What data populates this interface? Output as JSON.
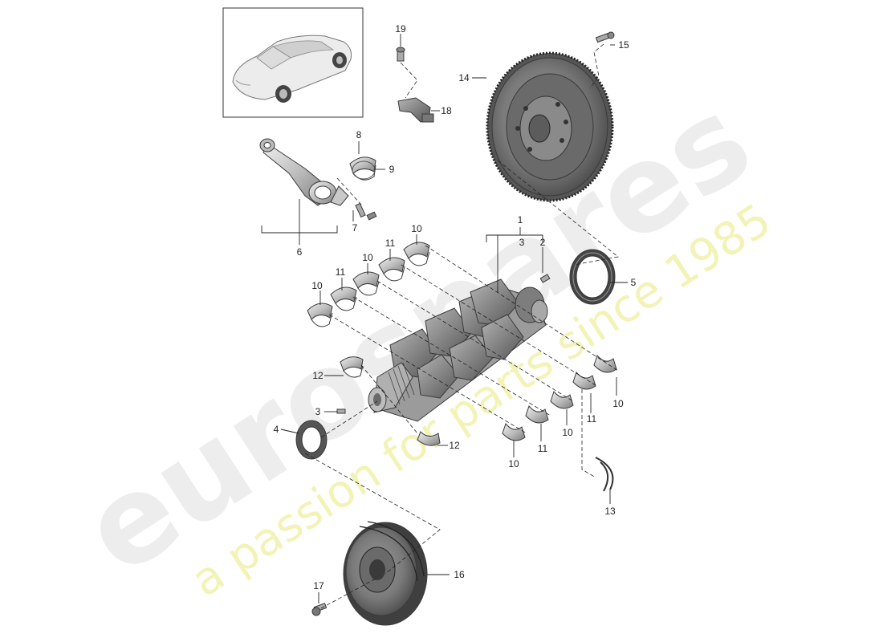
{
  "watermark": {
    "logo": "eurospares",
    "tagline": "a passion for parts since 1985"
  },
  "callouts": {
    "c1": "1",
    "c2": "2",
    "c3": "3",
    "c4": "4",
    "c5": "5",
    "c6": "6",
    "c7": "7",
    "c8": "8",
    "c9": "9",
    "c10a": "10",
    "c10b": "10",
    "c10c": "10",
    "c10d": "10",
    "c10e": "10",
    "c10f": "10",
    "c11a": "11",
    "c11b": "11",
    "c11c": "11",
    "c11d": "11",
    "c12a": "12",
    "c12b": "12",
    "c13": "13",
    "c14": "14",
    "c15": "15",
    "c16": "16",
    "c17": "17",
    "c18": "18",
    "c19": "19"
  },
  "colors": {
    "part_fill": "#d6d6d6",
    "part_dark": "#8e8e8e",
    "watermark_gray": "#ececec",
    "watermark_yellow": "#f2f2b0"
  }
}
